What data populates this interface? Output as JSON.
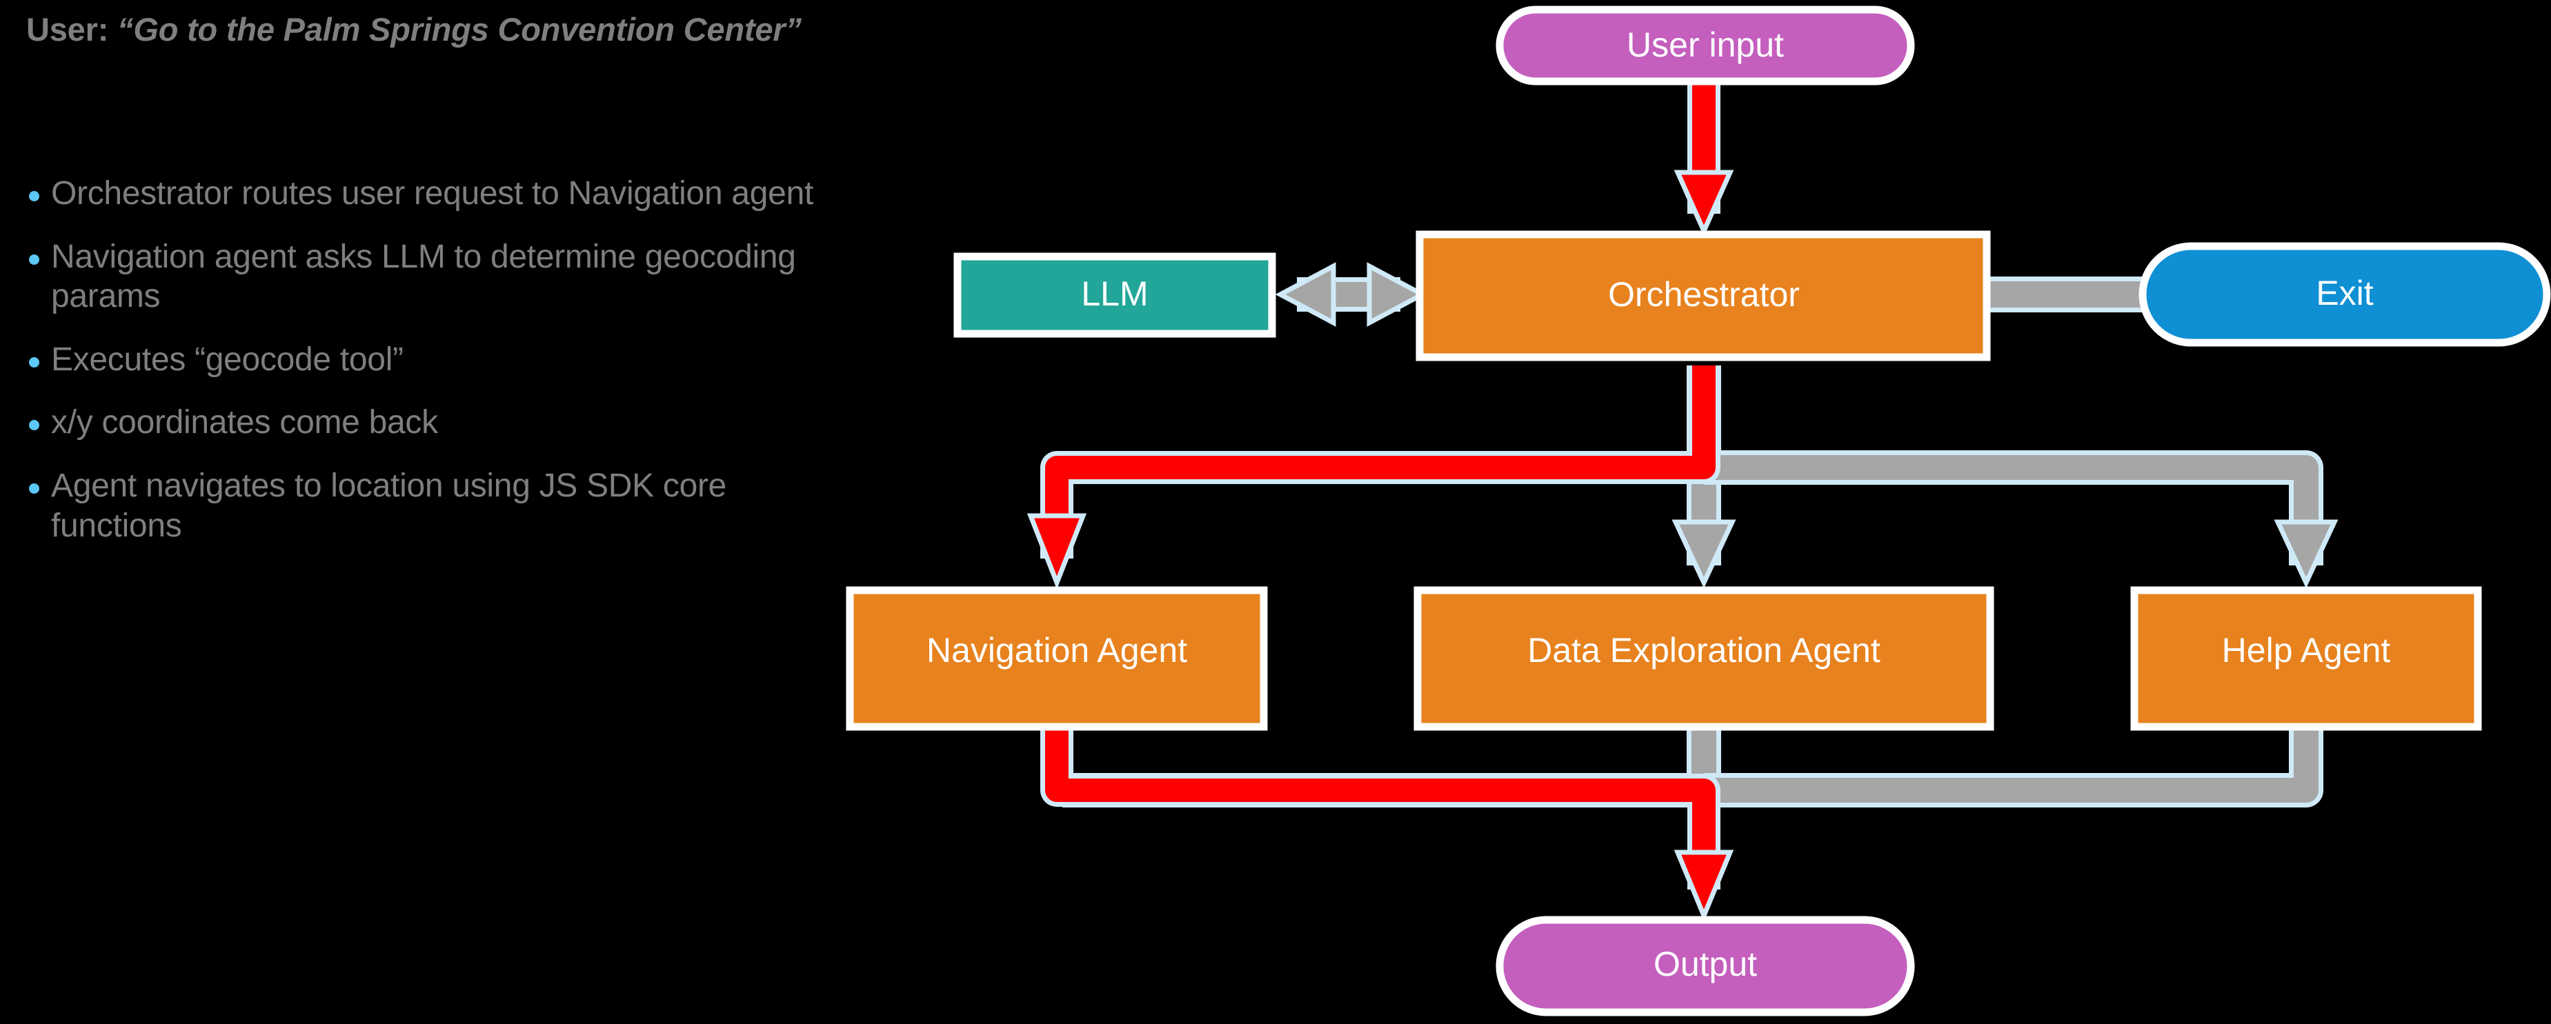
{
  "slide": {
    "background_color": "#000000",
    "text_color": "#7f7f7f",
    "bullet_color": "#5bc8f5"
  },
  "prompt": {
    "speaker": "User:",
    "open_quote": "“",
    "utterance": "Go to the Palm Springs Convention Center",
    "close_quote": "”"
  },
  "bullets": [
    {
      "text": "Orchestrator routes user request to Navigation agent"
    },
    {
      "text": "Navigation agent asks LLM to determine geocoding params"
    },
    {
      "text": "Executes “geocode tool”"
    },
    {
      "text": "x/y coordinates come back"
    },
    {
      "text": "Agent navigates to location using JS SDK core functions"
    }
  ],
  "diagram": {
    "nodes": {
      "user_input": {
        "label": "User input",
        "shape": "pill",
        "color": "#c45fbe"
      },
      "llm": {
        "label": "LLM",
        "shape": "rect",
        "color": "#22a699"
      },
      "orchestrator": {
        "label": "Orchestrator",
        "shape": "rect",
        "color": "#e8821e"
      },
      "exit": {
        "label": "Exit",
        "shape": "pill",
        "color": "#0f8fd4"
      },
      "navigation_agent": {
        "label": "Navigation Agent",
        "shape": "rect",
        "color": "#e8821e"
      },
      "data_exploration_agent": {
        "label": "Data Exploration Agent",
        "shape": "rect",
        "color": "#e8821e"
      },
      "help_agent": {
        "label": "Help Agent",
        "shape": "rect",
        "color": "#e8821e"
      },
      "output": {
        "label": "Output",
        "shape": "pill",
        "color": "#c45fbe"
      }
    },
    "edges": {
      "active_color": "#ff0000",
      "inactive_color": "#a6a6a6",
      "outline_color": "#cfe9f7",
      "user_input_to_orchestrator": "active",
      "llm_orchestrator_bidirectional": "inactive",
      "orchestrator_to_exit": "inactive",
      "orchestrator_to_navigation_agent": "active",
      "orchestrator_to_data_exploration_agent": "inactive",
      "orchestrator_to_help_agent": "inactive",
      "navigation_agent_to_output": "active",
      "data_exploration_agent_return": "inactive",
      "help_agent_return": "inactive"
    }
  }
}
